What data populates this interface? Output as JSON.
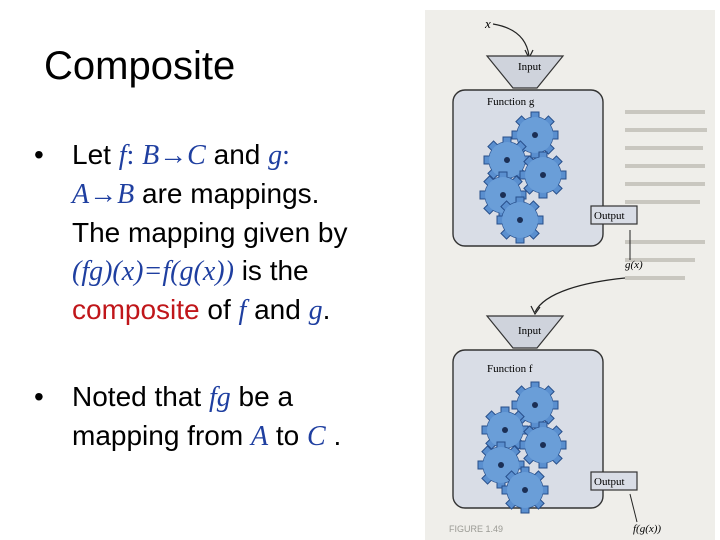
{
  "slide": {
    "title": "Composite",
    "bullet1": {
      "let": "Let",
      "f": "f",
      "colon1": ":",
      "B": "B",
      "arrow1": "→",
      "C": "C",
      "and1": "and",
      "g": "g",
      "colon2": ":",
      "A": "A",
      "arrow2": "→",
      "B2": "B",
      "are_mappings": "are mappings.",
      "line3": "The mapping given by",
      "formula": "(fg)(x)=f(g(x))",
      "is_the": "is the",
      "composite": "composite",
      "of": "of",
      "f2": "f",
      "and2": "and",
      "g2": "g",
      "period": "."
    },
    "bullet2": {
      "noted_that": "Noted that",
      "fg": "fg",
      "be_a": "be a",
      "mapping_from": "mapping from",
      "A": "A",
      "to": "to",
      "C": "C",
      "period": "."
    }
  },
  "figure": {
    "x_label": "x",
    "top_input": "Input",
    "function_g": "Function g",
    "output_top": "Output",
    "gx_label": "g(x)",
    "bottom_input": "Input",
    "function_f": "Function f",
    "output_bottom": "Output",
    "fgx_label": "f(g(x))",
    "caption": "FIGURE 1.49",
    "colors": {
      "panel": "#d9dde6",
      "gear": "#5a8fcf",
      "gear_dark": "#274e8a"
    }
  }
}
